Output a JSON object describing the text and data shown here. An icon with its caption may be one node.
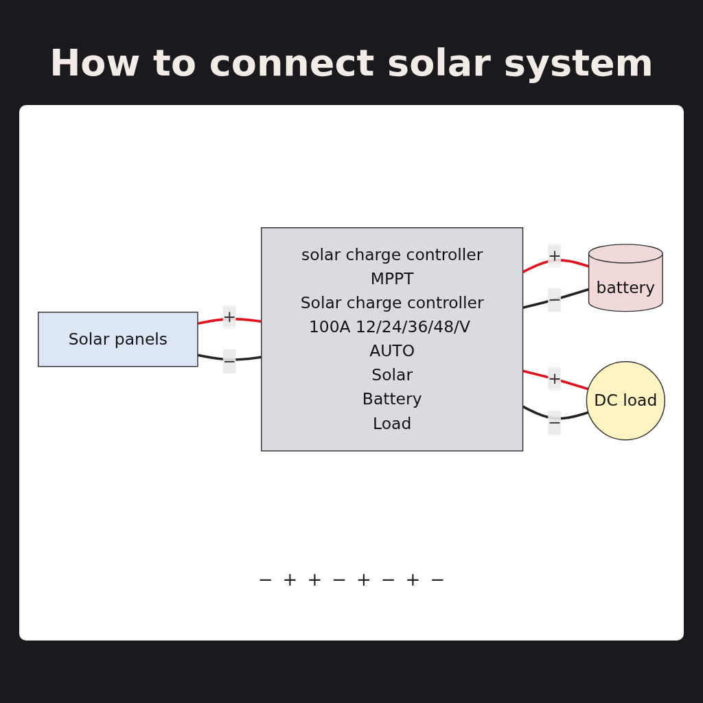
{
  "diagram": {
    "title": "How to connect solar system",
    "nodes": [
      {
        "text": [
          "Solar panels"
        ]
      },
      {
        "text": [
          "solar charge controller",
          "MPPT",
          "Solar charge controller",
          "100A 12/24/36/48/V AUTO",
          "Solar",
          "Battery",
          "Load"
        ]
      },
      {
        "text": [
          "battery"
        ]
      },
      {
        "text": [
          "DC load"
        ]
      }
    ],
    "edges": [
      {
        "from": 0,
        "to": 1,
        "arrow": "none",
        "label": "+",
        "color": "#e0141e"
      },
      {
        "from": 0,
        "to": 1,
        "arrow": "none",
        "label": "−",
        "color": "#222222"
      },
      {
        "from": 1,
        "to": 2,
        "arrow": "none",
        "label": "+",
        "color": "#e0141e"
      },
      {
        "from": 1,
        "to": 2,
        "arrow": "none",
        "label": "−",
        "color": "#222222"
      },
      {
        "from": 1,
        "to": 3,
        "arrow": "none",
        "label": "+",
        "color": "#e0141e"
      },
      {
        "from": 1,
        "to": 3,
        "arrow": "none",
        "label": "−",
        "color": "#222222"
      }
    ],
    "labels": [
      "−",
      "+",
      "+",
      "−",
      "+",
      "−",
      "+",
      "−"
    ]
  }
}
